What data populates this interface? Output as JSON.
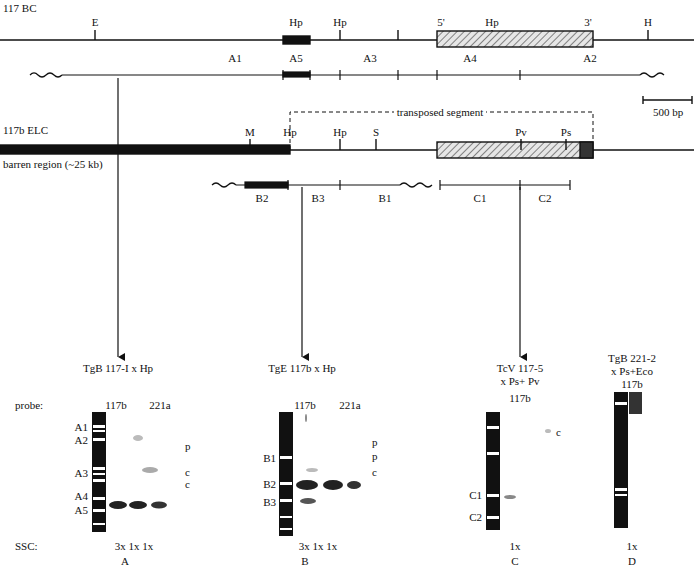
{
  "diagram": {
    "labels": [
      "117 BC",
      "E",
      "Hp",
      "Hp",
      "5'",
      "Hp",
      "3'",
      "H",
      "A1",
      "A5",
      "A3",
      "A4",
      "A2",
      "500 bp",
      "117b ELC",
      "transposed segment",
      "barren region (~25 kb)",
      "M",
      "Hp",
      "Hp",
      "S",
      "Pv",
      "Ps",
      "B2",
      "B3",
      "B1",
      "C1",
      "C2",
      "TgB 117-I x Hp",
      "TgE 117b x Hp",
      "TcV 117-5",
      "x Ps+ Pv",
      "TgB 221-2",
      "x Ps+Eco",
      "probe:",
      "117b",
      "221a",
      "117b",
      "221a",
      "117b",
      "117b",
      "A1",
      "A2",
      "A3",
      "A4",
      "A5",
      "p",
      "c",
      "c",
      "B1",
      "B2",
      "B3",
      "p",
      "p",
      "c",
      "c",
      "C1",
      "C2",
      "SSC:",
      "3x 1x 1x",
      "3x 1x 1x",
      "1x",
      "1x",
      "A",
      "B",
      "C",
      "D"
    ]
  }
}
